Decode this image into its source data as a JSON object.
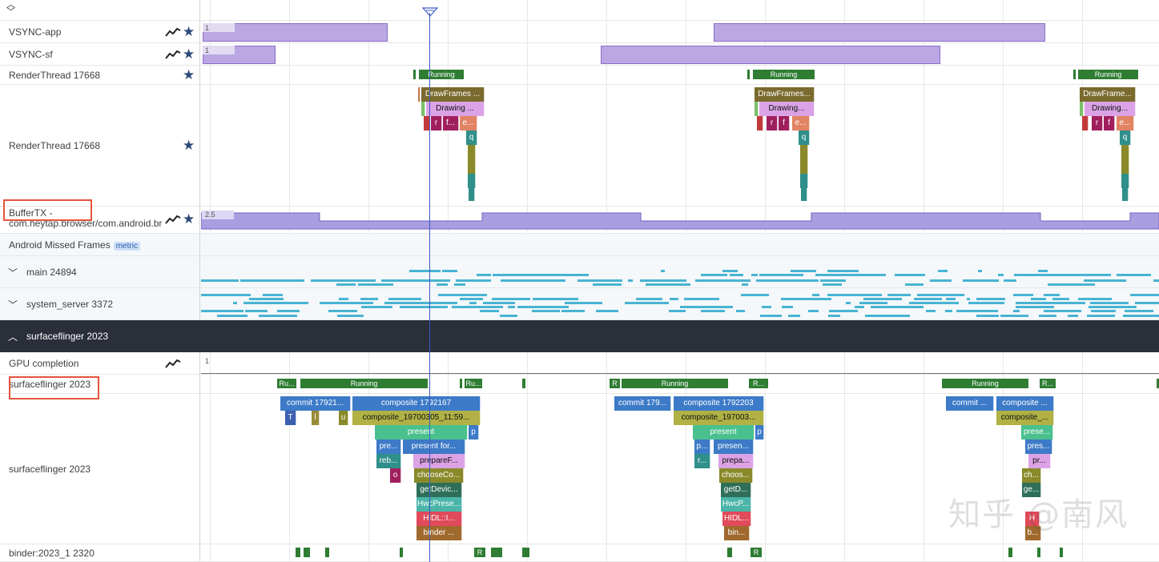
{
  "toolbar": {
    "collapse_icon": "collapse-all-chevrons-icon"
  },
  "tracks": {
    "vsync_app": {
      "name": "VSYNC-app",
      "counter": "1"
    },
    "vsync_sf": {
      "name": "VSYNC-sf",
      "counter": "1"
    },
    "render_thread_state": {
      "name": "RenderThread 17668",
      "slices": [
        "Running",
        "Running",
        "Running"
      ]
    },
    "render_thread_slices": {
      "name": "RenderThread 17668",
      "group1": [
        "DrawFrames ...",
        "Drawing ...",
        "r",
        "f...",
        "e...",
        "q"
      ],
      "group2": [
        "DrawFrames...",
        "Drawing...",
        "r",
        "f",
        "e...",
        "q"
      ],
      "group3": [
        "DrawFrame...",
        "Drawing...",
        "r",
        "f",
        "e...",
        "q"
      ]
    },
    "buffer_tx": {
      "name": "BufferTX - com.heytap.browser/com.android.br",
      "counter": "2.5"
    },
    "missed_frames": {
      "name": "Android Missed Frames",
      "badge": "metric"
    },
    "main": {
      "name": "main 24894"
    },
    "system_server": {
      "name": "system_server 3372"
    },
    "surfaceflinger_group": {
      "name": "surfaceflinger 2023"
    },
    "gpu_completion": {
      "name": "GPU completion",
      "counter": "1"
    },
    "sf_state": {
      "name": "surfaceflinger 2023",
      "slices": [
        "Ru...",
        "Running",
        "Ru...",
        "R",
        "Running",
        "R...",
        "Running",
        "R..."
      ]
    },
    "sf_slices": {
      "name": "surfaceflinger 2023",
      "group1": [
        "commit 17921...",
        "composite 1792167",
        "T",
        "l",
        "u",
        "composite_19700305_11:59...",
        "present",
        "p",
        "pre...",
        "present for...",
        "reb...",
        "prepareF...",
        "o",
        "chooseCo...",
        "getDevic...",
        "HwcPrese...",
        "HIDL::I...",
        "binder ..."
      ],
      "group2": [
        "commit 179...",
        "composite 1792203",
        "composite_197003...",
        "present",
        "p",
        "p...",
        "presen...",
        "r...",
        "prepa...",
        "choos...",
        "getD...",
        "HwcP...",
        "HIDL...",
        "bin..."
      ],
      "group3": [
        "commit ...",
        "composite ...",
        "composite_...",
        "prese...",
        "pres...",
        "pr...",
        "ch...",
        "ge...",
        "H",
        "b..."
      ]
    },
    "binder": {
      "name": "binder:2023_1 2320",
      "slices": [
        "R",
        "R"
      ]
    }
  },
  "watermark": "知乎 @南风",
  "colors": {
    "vsync": "#bba7e3",
    "running": "#2e7d32",
    "cursor": "#3b5bc4",
    "highlight_box": "#e5533d",
    "header_dark": "#2a2f3a",
    "dash": "#48b3d3"
  }
}
